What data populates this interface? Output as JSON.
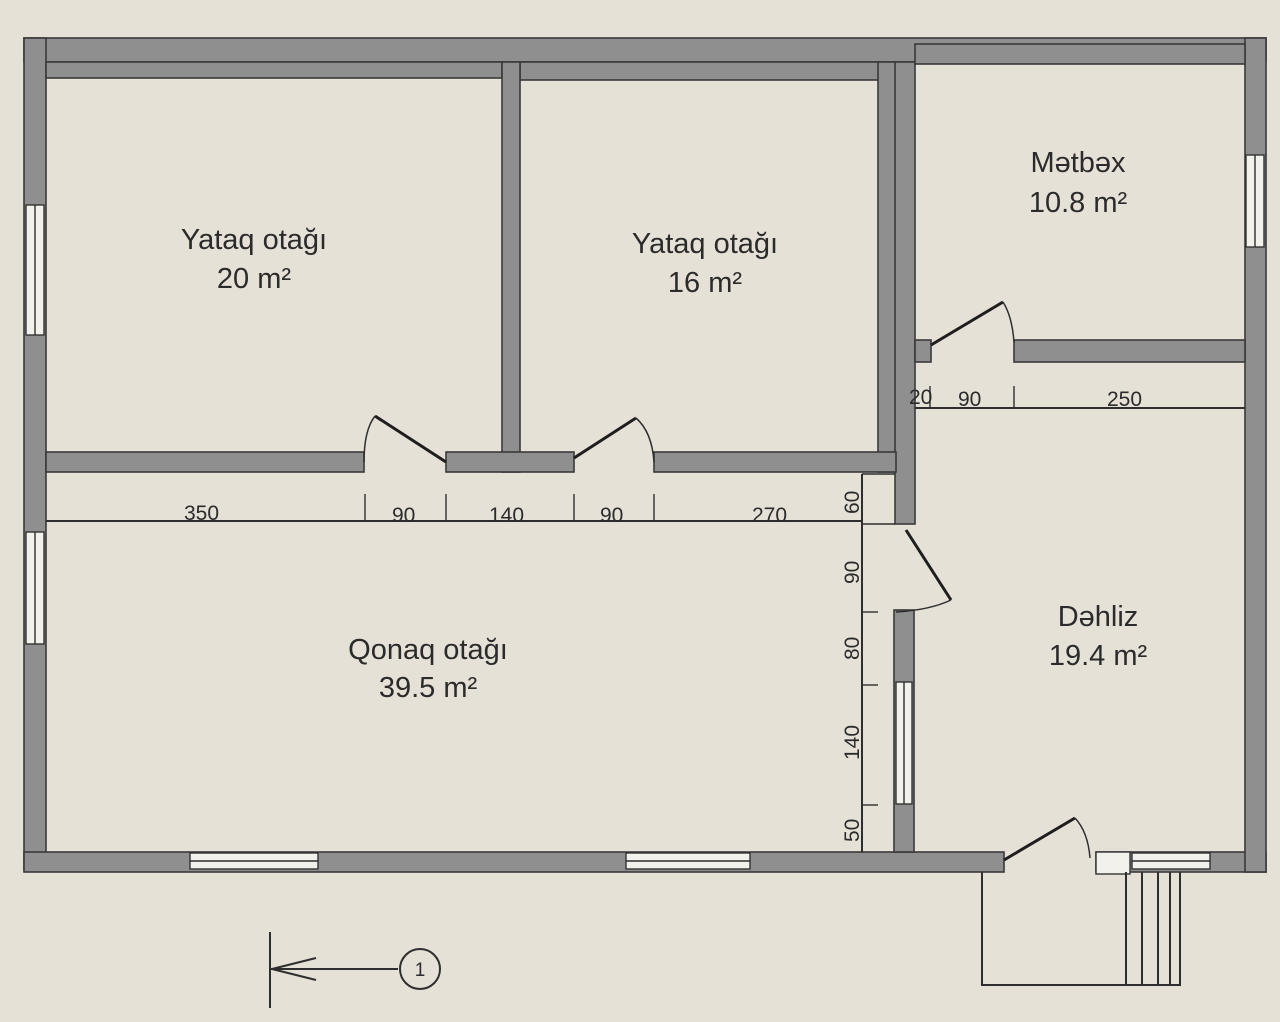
{
  "plan": {
    "rooms": [
      {
        "id": "bedroom1",
        "name": "Yataq otağı",
        "area": "20 m²"
      },
      {
        "id": "bedroom2",
        "name": "Yataq otağı",
        "area": "16 m²"
      },
      {
        "id": "kitchen",
        "name": "Mətbəx",
        "area": "10.8 m²"
      },
      {
        "id": "living",
        "name": "Qonaq otağı",
        "area": "39.5 m²"
      },
      {
        "id": "hall",
        "name": "Dəhliz",
        "area": "19.4 m²"
      }
    ],
    "dimensions": {
      "horizontal": [
        "350",
        "90",
        "140",
        "90",
        "270"
      ],
      "vertical": [
        "60",
        "90",
        "80",
        "140",
        "50"
      ],
      "kitchen_row": [
        "20",
        "90",
        "250"
      ]
    },
    "section_marker": "1"
  }
}
